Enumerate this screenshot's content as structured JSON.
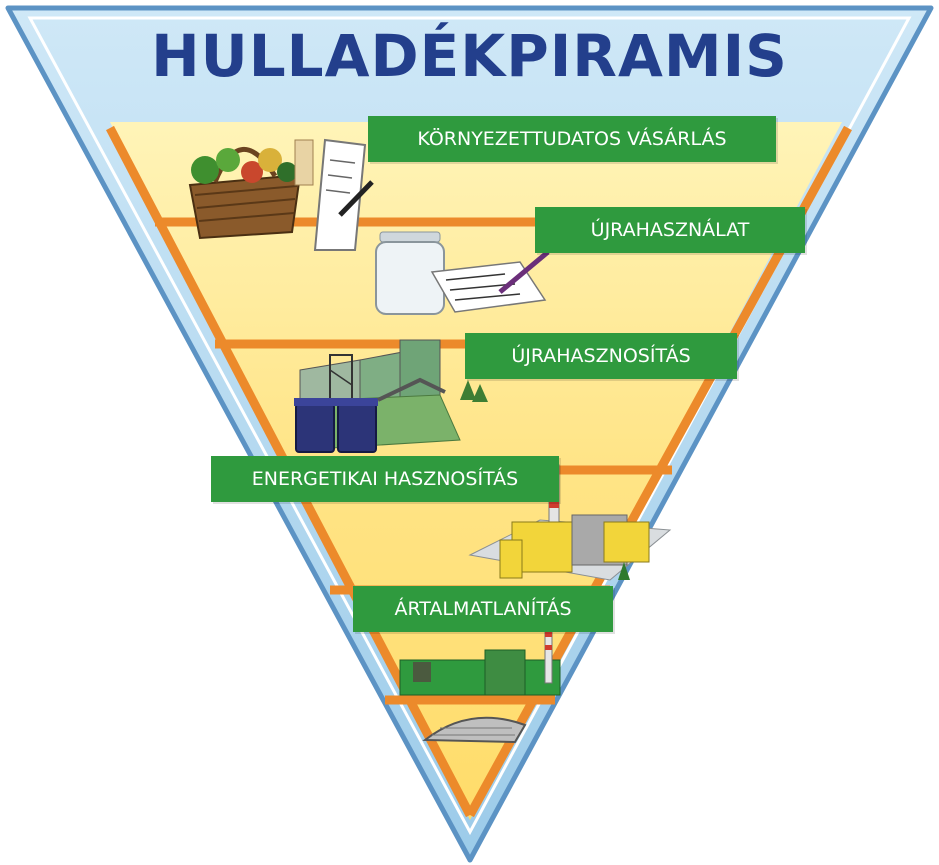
{
  "title": "HULLADÉKPIRAMIS",
  "levels": [
    {
      "label": "KÖRNYEZETTUDATOS VÁSÁRLÁS",
      "illustration": "shopping-basket-icon"
    },
    {
      "label": "ÚJRAHASZNÁLAT",
      "illustration": "glass-jar-icon"
    },
    {
      "label": "ÚJRAHASZNOSÍTÁS",
      "illustration": "recycling-plant-icon"
    },
    {
      "label": "ENERGETIKAI HASZNOSÍTÁS",
      "illustration": "power-plant-icon"
    },
    {
      "label": "ÁRTALMATLANÍTÁS",
      "illustration": "landfill-icon"
    }
  ],
  "colors": {
    "title": "#233f8c",
    "outer_triangle": "#a9d3ee",
    "inner_triangle": "#ffe27a",
    "band_lines": "#ec8a2b",
    "banner": "#2f9a3e",
    "banner_text": "#ffffff"
  }
}
